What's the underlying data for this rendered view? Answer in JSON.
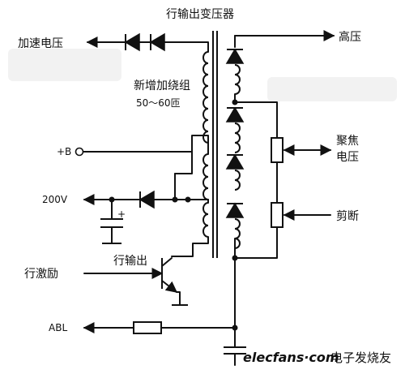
{
  "title": "行输出变压器",
  "labels": {
    "accel_voltage": "加速电压",
    "new_winding_line1": "新增加绕组",
    "new_winding_line2": "50～60匝",
    "plus_b": "+B",
    "v200": "200V",
    "line_excitation": "行激励",
    "line_output": "行输出",
    "abl": "ABL",
    "high_voltage": "高压",
    "focus_line1": "聚焦",
    "focus_line2": "电压",
    "screen": "剪断",
    "capacitor_polarity": "+"
  },
  "watermark": {
    "site": "elecfans·com",
    "cn": "电子发烧友"
  },
  "icons": {
    "diode": "diode-icon",
    "capacitor": "electrolytic-capacitor-icon",
    "transistor": "npn-transistor-icon",
    "potentiometer": "potentiometer-icon",
    "resistor": "resistor-icon",
    "terminal": "open-terminal-icon"
  }
}
